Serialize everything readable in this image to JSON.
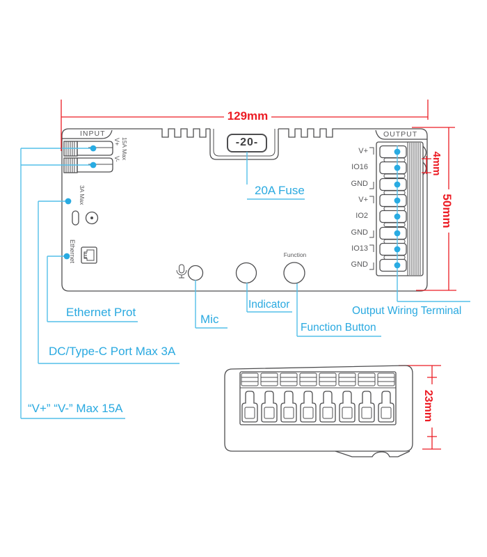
{
  "diagram": {
    "top_view": {
      "input_label": "INPUT",
      "output_label": "OUTPUT",
      "fuse_display": "-20-",
      "markings": {
        "v_plus": "V+",
        "v_minus": "V-",
        "input_max": "15A Max",
        "dc_max": "3A Max",
        "ethernet": "Ethernet",
        "function": "Function"
      },
      "output_terminals": [
        "V+",
        "IO16",
        "GND",
        "V+",
        "IO2",
        "GND",
        "IO13",
        "GND"
      ]
    },
    "callouts": {
      "fuse": "20A Fuse",
      "ethernet_port": "Ethernet Prot",
      "mic": "Mic",
      "indicator": "Indicator",
      "function_button": "Function Button",
      "output_terminal": "Output Wiring Terminal",
      "dc_port": "DC/Type-C Port Max 3A",
      "input_power": "“V+” “V-” Max 15A"
    },
    "dimensions": {
      "width": "129mm",
      "terminal_pitch": "4mm",
      "height": "50mm",
      "depth": "23mm"
    },
    "colors": {
      "callout": "#29A9E0",
      "dimension": "#EC1C24",
      "device_line": "#4d4d4f"
    }
  }
}
